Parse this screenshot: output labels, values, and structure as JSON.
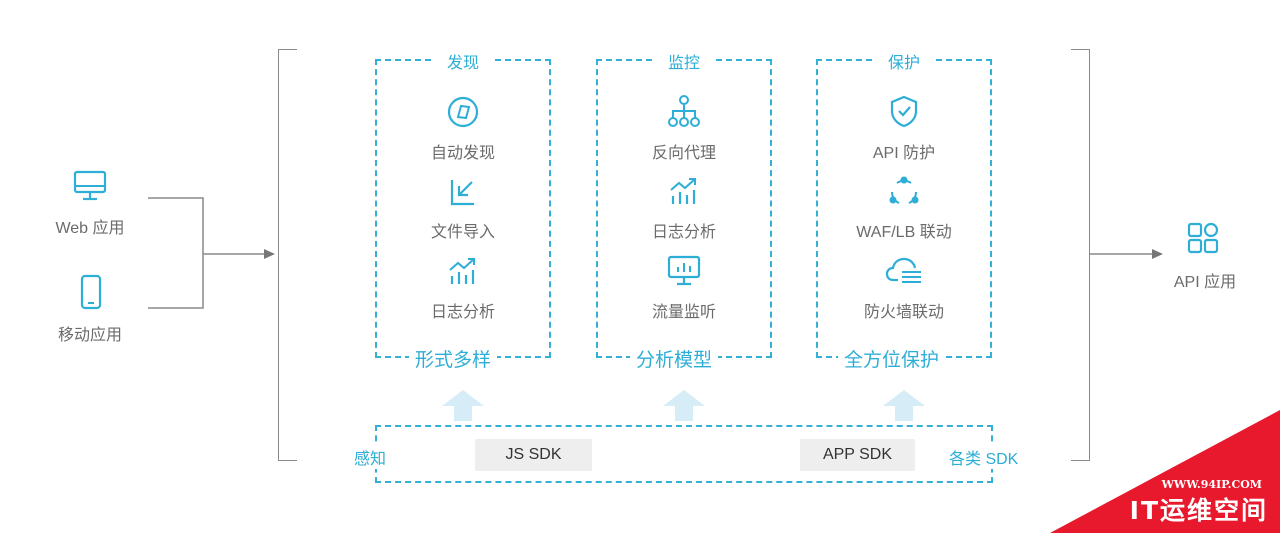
{
  "sources": [
    {
      "label": "Web 应用",
      "icon": "monitor-icon"
    },
    {
      "label": "移动应用",
      "icon": "mobile-phone-icon"
    }
  ],
  "columns": [
    {
      "header": "发现",
      "footer": "形式多样",
      "items": [
        {
          "label": "自动发现",
          "icon": "compass-icon"
        },
        {
          "label": "文件导入",
          "icon": "import-arrow-icon"
        },
        {
          "label": "日志分析",
          "icon": "trend-chart-icon"
        }
      ]
    },
    {
      "header": "监控",
      "footer": "分析模型",
      "items": [
        {
          "label": "反向代理",
          "icon": "hierarchy-icon"
        },
        {
          "label": "日志分析",
          "icon": "trend-chart-icon"
        },
        {
          "label": "流量监听",
          "icon": "dashboard-screen-icon"
        }
      ]
    },
    {
      "header": "保护",
      "footer": "全方位保护",
      "items": [
        {
          "label": "API 防护",
          "icon": "shield-check-icon"
        },
        {
          "label": "WAF/LB 联动",
          "icon": "sync-cycle-icon"
        },
        {
          "label": "防火墙联动",
          "icon": "cloud-firewall-icon"
        }
      ]
    }
  ],
  "sdk": {
    "left_label": "感知",
    "right_label": "各类 SDK",
    "pills": [
      "JS SDK",
      "APP SDK"
    ]
  },
  "target": {
    "label": "API 应用",
    "icon": "app-grid-icon"
  },
  "watermark": {
    "url": "WWW.94IP.COM",
    "name": "IT运维空间"
  },
  "colors": {
    "accent": "#2eaed6",
    "text": "#6b6b6b",
    "arrow": "#d6ecf6",
    "watermark": "#e8192c"
  }
}
